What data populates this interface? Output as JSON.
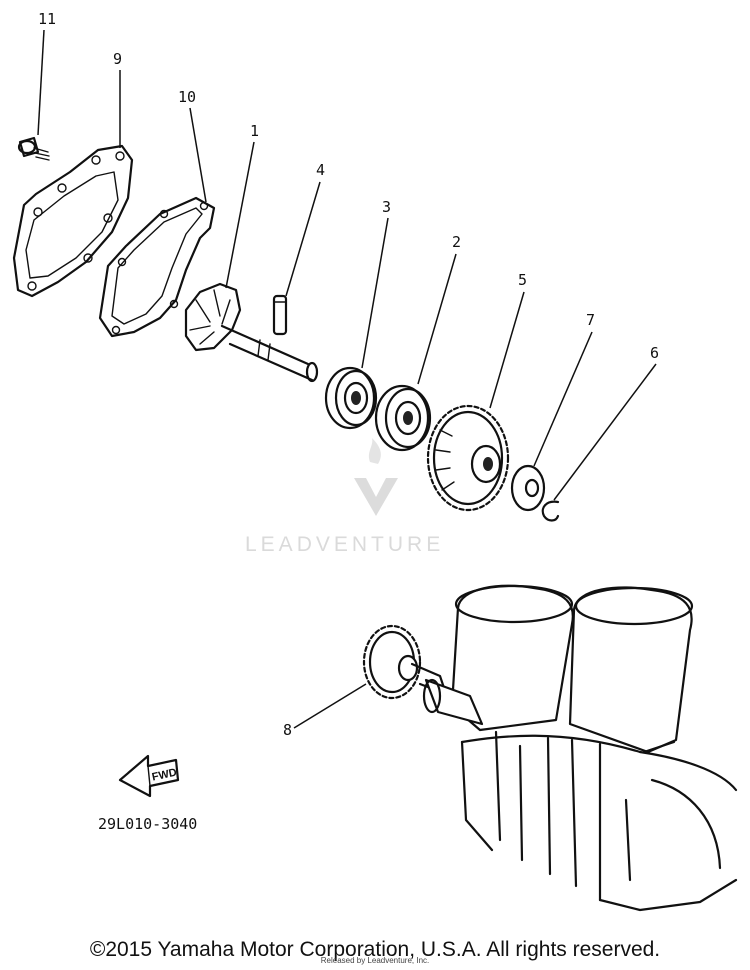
{
  "callouts": {
    "c1": "1",
    "c2": "2",
    "c3": "3",
    "c4": "4",
    "c5": "5",
    "c6": "6",
    "c7": "7",
    "c8": "8",
    "c9": "9",
    "c10": "10",
    "c11": "11"
  },
  "fwd_label": "FWD",
  "part_code": "29L010-3040",
  "watermark": "LEADVENTURE",
  "copyright": "©2015 Yamaha Motor Corporation, U.S.A. All rights reserved.",
  "sub_note": "Released by Leadventure, Inc.",
  "colors": {
    "ink": "#111111",
    "watermark": "#d6d6d6",
    "background": "#ffffff"
  }
}
